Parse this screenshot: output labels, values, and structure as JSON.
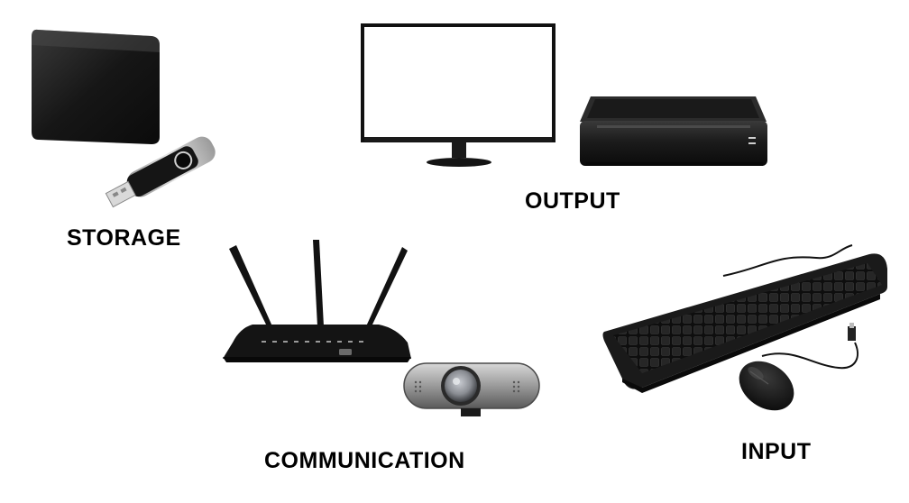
{
  "labels": {
    "storage": "STORAGE",
    "output": "OUTPUT",
    "communication": "COMMUNICATION",
    "input": "INPUT"
  },
  "icons": {
    "storage": [
      "external-hard-drive-icon",
      "usb-flash-drive-icon"
    ],
    "output": [
      "monitor-icon",
      "printer-icon"
    ],
    "communication": [
      "wifi-router-icon",
      "webcam-icon"
    ],
    "input": [
      "keyboard-icon",
      "mouse-icon"
    ]
  },
  "colors": {
    "background": "#ffffff",
    "label": "#000000",
    "device": "#151515"
  }
}
